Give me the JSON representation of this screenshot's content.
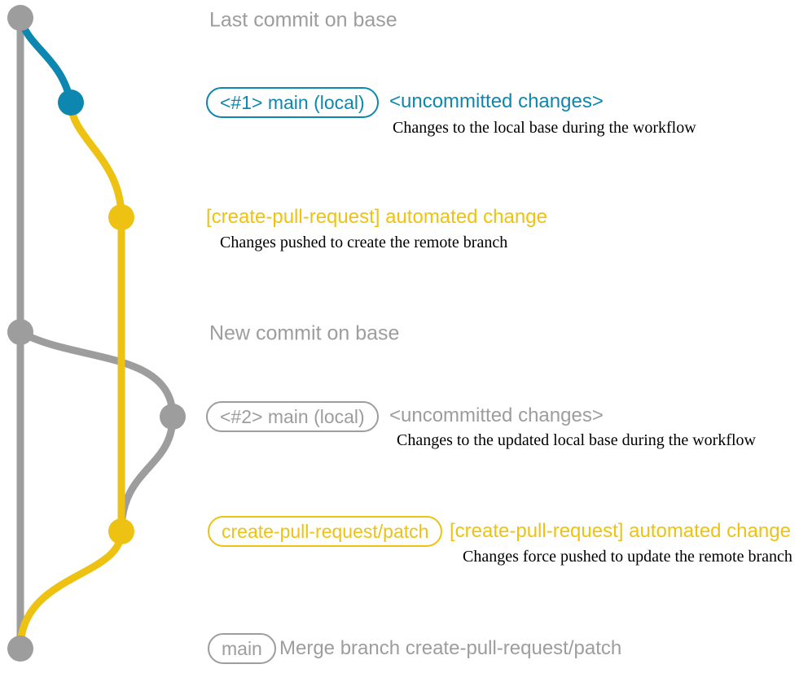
{
  "colors": {
    "gray": "#9d9d9d",
    "blue": "#0e87b0",
    "yellow": "#edc213",
    "note": "#000000"
  },
  "graph": {
    "type": "git-branch-diagram",
    "branches": [
      {
        "name": "base",
        "color": "gray"
      },
      {
        "name": "main (local)",
        "color": "blue"
      },
      {
        "name": "create-pull-request/patch",
        "color": "yellow"
      }
    ],
    "commits": [
      {
        "id": "base-tip",
        "branch": "base",
        "color": "gray",
        "label": "Last commit on base"
      },
      {
        "id": "local-1",
        "branch": "main (local)",
        "color": "blue",
        "badge": "<#1> main (local)",
        "message": "<uncommitted changes>"
      },
      {
        "id": "cpr-1",
        "branch": "create-pull-request/patch",
        "color": "yellow",
        "message": "[create-pull-request] automated change"
      },
      {
        "id": "base-new",
        "branch": "base",
        "color": "gray",
        "label": "New commit on base"
      },
      {
        "id": "local-2",
        "branch": "main (local)",
        "color": "gray",
        "badge": "<#2> main (local)",
        "message": "<uncommitted changes>"
      },
      {
        "id": "cpr-2",
        "branch": "create-pull-request/patch",
        "color": "yellow",
        "badge": "create-pull-request/patch",
        "message": "[create-pull-request] automated change"
      },
      {
        "id": "merge",
        "branch": "base",
        "color": "gray",
        "badge": "main",
        "message": "Merge branch create-pull-request/patch"
      }
    ],
    "edges": [
      {
        "from": "base-tip",
        "to": "merge",
        "color": "gray"
      },
      {
        "from": "base-tip",
        "to": "local-1",
        "color": "blue"
      },
      {
        "from": "local-1",
        "to": "cpr-1",
        "color": "yellow"
      },
      {
        "from": "cpr-1",
        "to": "cpr-2",
        "color": "yellow"
      },
      {
        "from": "base-new",
        "to": "local-2",
        "color": "gray"
      },
      {
        "from": "local-2",
        "to": "cpr-2",
        "color": "gray"
      },
      {
        "from": "cpr-2",
        "to": "merge",
        "color": "yellow"
      }
    ]
  },
  "rows": {
    "r1": {
      "label": "Last commit on base"
    },
    "r2": {
      "badge": "<#1> main (local)",
      "message": "<uncommitted changes>",
      "note": "Changes to the local base during the workflow"
    },
    "r3": {
      "message": "[create-pull-request] automated change",
      "note": "Changes pushed to create the remote branch"
    },
    "r4": {
      "label": "New commit on base"
    },
    "r5": {
      "badge": "<#2> main (local)",
      "message": "<uncommitted changes>",
      "note": "Changes to the updated local base during the workflow"
    },
    "r6": {
      "badge": "create-pull-request/patch",
      "message": "[create-pull-request] automated change",
      "note": "Changes force pushed to update the remote branch"
    },
    "r7": {
      "badge": "main",
      "message": "Merge branch create-pull-request/patch"
    }
  }
}
